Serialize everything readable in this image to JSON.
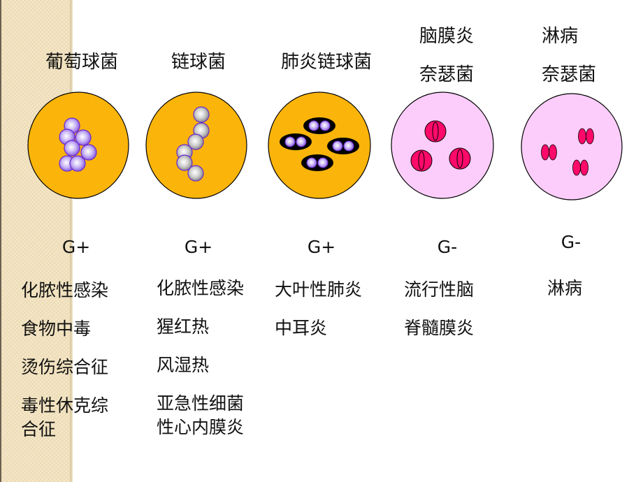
{
  "slide": {
    "columns": [
      {
        "name_lines": [
          "葡萄球菌"
        ],
        "gram": "G+",
        "diseases": [
          "化脓性感染",
          "食物中毒",
          "烫伤综合征",
          "毒性休克综",
          "合征"
        ],
        "plate": {
          "background": "#fbb40a",
          "cell_color": "#9b77e8",
          "arrangement": "cluster",
          "icon": "staphylococcus-icon"
        }
      },
      {
        "name_lines": [
          "链球菌"
        ],
        "gram": "G+",
        "diseases": [
          "化脓性感染",
          "猩红热",
          "风湿热",
          "亚急性细菌",
          "性心内膜炎"
        ],
        "plate": {
          "background": "#fbb40a",
          "cell_color": "#a8a8a8",
          "arrangement": "chain",
          "icon": "streptococcus-icon"
        }
      },
      {
        "name_lines": [
          "肺炎链球菌"
        ],
        "gram": "G+",
        "diseases": [
          "大叶性肺炎",
          "中耳炎"
        ],
        "plate": {
          "background": "#fbb40a",
          "cell_color": "#9b77e8",
          "capsule_color": "#000000",
          "arrangement": "capsulated-diplococci",
          "icon": "pneumococcus-icon"
        }
      },
      {
        "name_lines": [
          "脑膜炎",
          "奈瑟菌"
        ],
        "gram": "G-",
        "diseases": [
          "流行性脑",
          "脊髓膜炎"
        ],
        "plate": {
          "background": "#fccdfa",
          "cell_color": "#ff0a6a",
          "arrangement": "diplococci-in-cells",
          "icon": "meningococcus-icon"
        }
      },
      {
        "name_lines": [
          "淋病",
          "奈瑟菌"
        ],
        "gram": "G-",
        "diseases": [
          "淋病"
        ],
        "plate": {
          "background": "#fccdfa",
          "cell_color": "#ff0a6a",
          "arrangement": "diplococci",
          "icon": "gonococcus-icon"
        }
      }
    ]
  }
}
